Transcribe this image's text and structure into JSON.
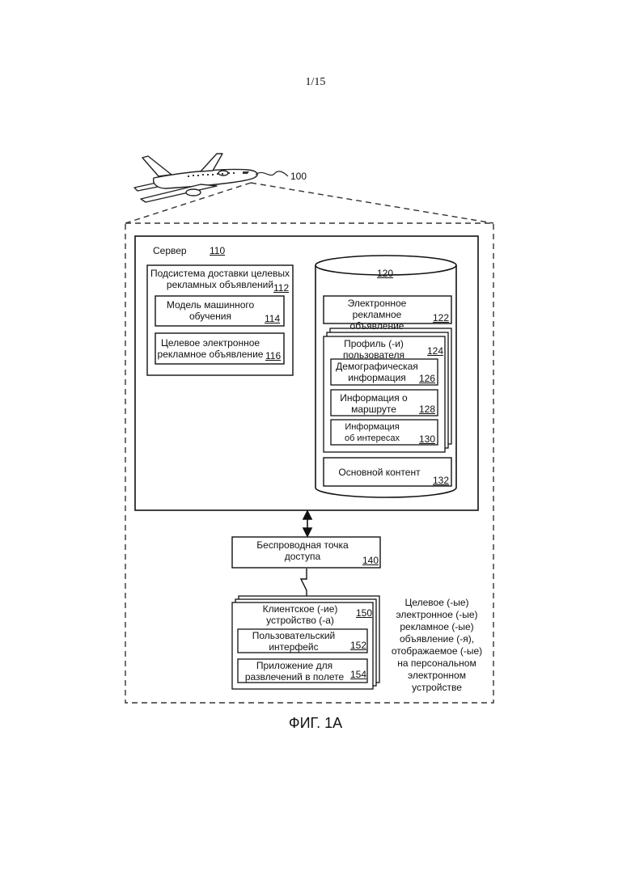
{
  "page_number": "1/15",
  "airplane_ref": "100",
  "server": {
    "label": "Сервер",
    "ref": "110"
  },
  "subsystem": {
    "title": "Подсистема доставки целевых рекламных объявлений",
    "ref": "112",
    "ml_model": {
      "label": "Модель машинного обучения",
      "ref": "114"
    },
    "targeted_ad": {
      "label": "Целевое электронное рекламное объявление",
      "ref": "116"
    }
  },
  "database": {
    "ref": "120",
    "e_ad": {
      "label": "Электронное рекламное объявление",
      "ref": "122"
    },
    "user_profile": {
      "label": "Профиль (-и) пользователя",
      "ref": "124",
      "demographic": {
        "label": "Демографическая информация",
        "ref": "126"
      },
      "route": {
        "label": "Информация о маршруте",
        "ref": "128"
      },
      "interests": {
        "label": "Информация об интересах",
        "ref": "130"
      }
    },
    "main_content": {
      "label": "Основной контент",
      "ref": "132"
    }
  },
  "access_point": {
    "label": "Беспроводная точка доступа",
    "ref": "140"
  },
  "client_device": {
    "label": "Клиентское (-ие) устройство (-а)",
    "ref": "150",
    "ui": {
      "label": "Пользовательский интерфейс",
      "ref": "152"
    },
    "app": {
      "label": "Приложение для развлечений в полете",
      "ref": "154"
    }
  },
  "side_note": "Целевое (-ые) электронное (-ые) рекламное (-ые) объявление (-я), отображаемое (-ые) на персональном электронном устройстве",
  "figure_caption": "ФИГ. 1А"
}
